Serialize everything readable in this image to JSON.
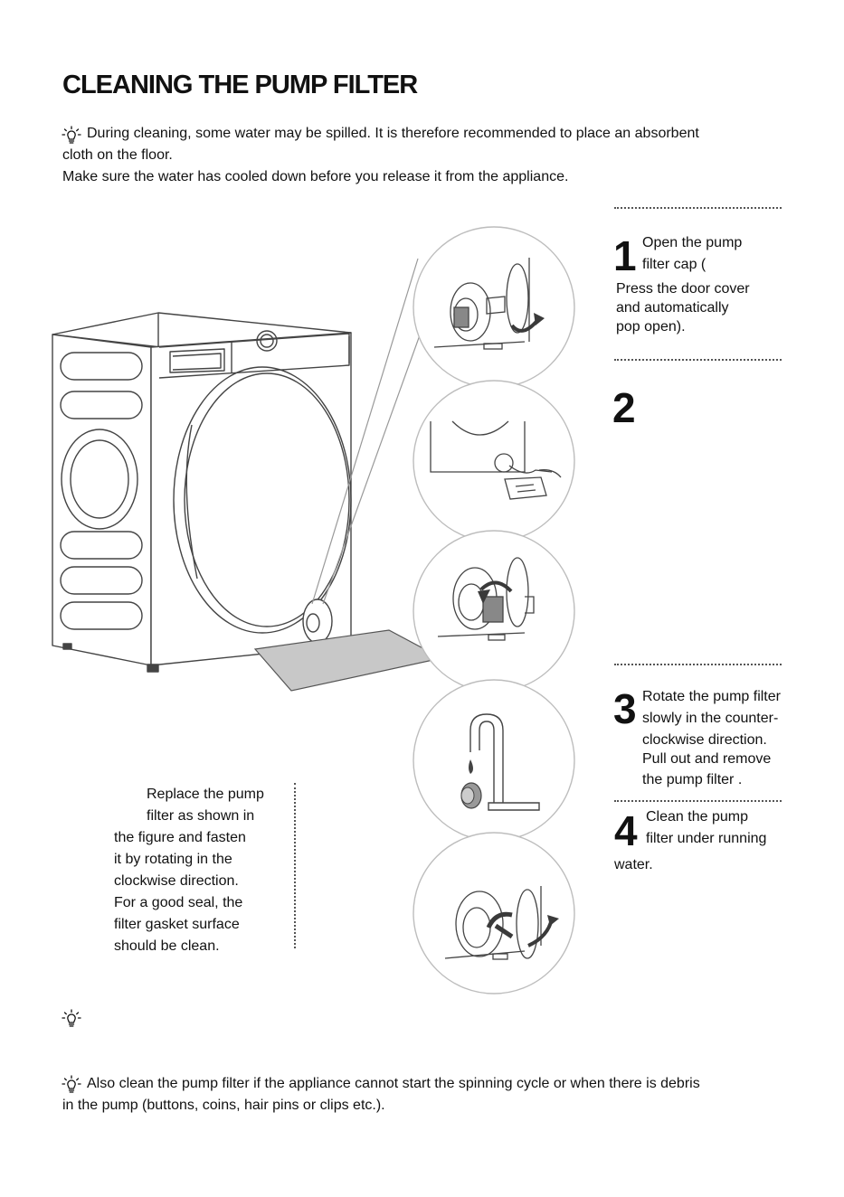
{
  "page": {
    "title": "CLEANING THE PUMP FILTER",
    "tip_top_line1": "During cleaning, some water may be spilled. It is therefore recommended to place an absorbent",
    "tip_top_line2": "cloth on the floor.",
    "note_cool": "Make sure the water has cooled down before you release it from the appliance.",
    "tip_bottom_line1": "Also clean the pump filter if the appliance cannot start the spinning cycle or when there is debris",
    "tip_bottom_line2": "in the pump (buttons, coins, hair pins or clips etc.)."
  },
  "steps": {
    "s1": {
      "num": "1",
      "line1": "Open the pump",
      "line2": "filter cap (",
      "line3": "Press the door cover",
      "line4": "and automatically",
      "line5": "pop open)."
    },
    "s2": {
      "num": "2"
    },
    "s3": {
      "num": "3",
      "line1": "Rotate the pump filter",
      "line2": "slowly in the counter-",
      "line3": "clockwise direction.",
      "line4": "Pull out and remove",
      "line5": "the pump filter",
      "line5_tail": "."
    },
    "s4": {
      "num": "4",
      "line1": "Clean the pump",
      "line2": "filter under running",
      "line3": "water."
    },
    "s5": {
      "line1": "Replace the pump",
      "line2": "filter as shown in",
      "line3": "the figure and fasten",
      "line4": "it by rotating in the",
      "line5": "clockwise direction.",
      "line6": "For a good seal, the",
      "line7": "filter gasket surface",
      "line8": "should be clean."
    }
  },
  "colors": {
    "text": "#111111",
    "line": "#444444",
    "circle_outline": "#bdbdbd",
    "mat": "#c8c8c8",
    "arrow": "#3a3a3a"
  },
  "icons": {
    "tip": "lightbulb-icon"
  }
}
